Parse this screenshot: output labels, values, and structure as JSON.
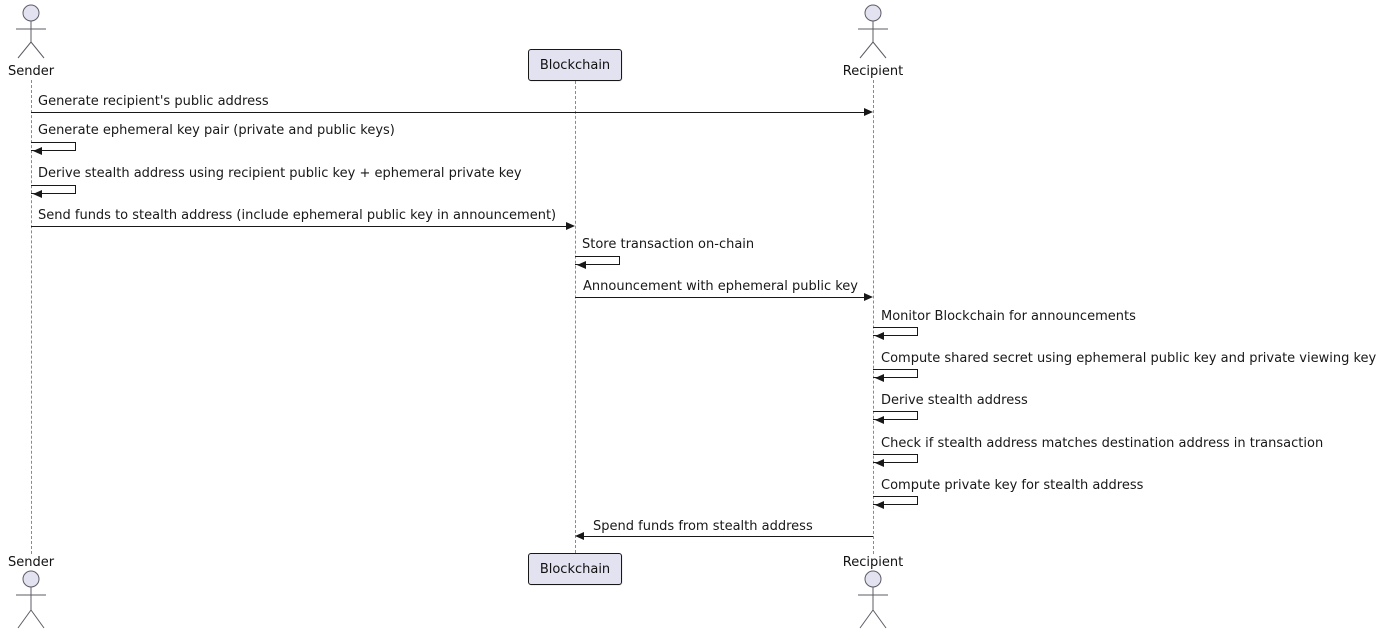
{
  "diagram": {
    "type": "sequence-diagram",
    "participants": [
      {
        "id": "sender",
        "label": "Sender",
        "kind": "actor"
      },
      {
        "id": "blockchain",
        "label": "Blockchain",
        "kind": "participant"
      },
      {
        "id": "recipient",
        "label": "Recipient",
        "kind": "actor"
      }
    ],
    "messages": [
      {
        "from": "Sender",
        "to": "Recipient",
        "kind": "arrow",
        "label": "Generate recipient's public address"
      },
      {
        "from": "Sender",
        "to": "Sender",
        "kind": "self",
        "label": "Generate ephemeral key pair (private and public keys)"
      },
      {
        "from": "Sender",
        "to": "Sender",
        "kind": "self",
        "label": "Derive stealth address using recipient public key + ephemeral private key"
      },
      {
        "from": "Sender",
        "to": "Blockchain",
        "kind": "arrow",
        "label": "Send funds to stealth address (include ephemeral public key in announcement)"
      },
      {
        "from": "Blockchain",
        "to": "Blockchain",
        "kind": "self",
        "label": "Store transaction on-chain"
      },
      {
        "from": "Blockchain",
        "to": "Recipient",
        "kind": "arrow",
        "label": "Announcement with ephemeral public key"
      },
      {
        "from": "Recipient",
        "to": "Recipient",
        "kind": "self",
        "label": "Monitor Blockchain for announcements"
      },
      {
        "from": "Recipient",
        "to": "Recipient",
        "kind": "self",
        "label": "Compute shared secret using ephemeral public key and private viewing key"
      },
      {
        "from": "Recipient",
        "to": "Recipient",
        "kind": "self",
        "label": "Derive stealth address"
      },
      {
        "from": "Recipient",
        "to": "Recipient",
        "kind": "self",
        "label": "Check if stealth address matches destination address in transaction"
      },
      {
        "from": "Recipient",
        "to": "Recipient",
        "kind": "self",
        "label": "Compute private key for stealth address"
      },
      {
        "from": "Recipient",
        "to": "Blockchain",
        "kind": "arrow",
        "label": "Spend funds from stealth address"
      }
    ],
    "colors": {
      "participant_fill": "#E2E2F0",
      "participant_border": "#181818",
      "lifeline": "#8a8a8a",
      "arrow": "#181818",
      "background": "#FFFFFF"
    }
  }
}
